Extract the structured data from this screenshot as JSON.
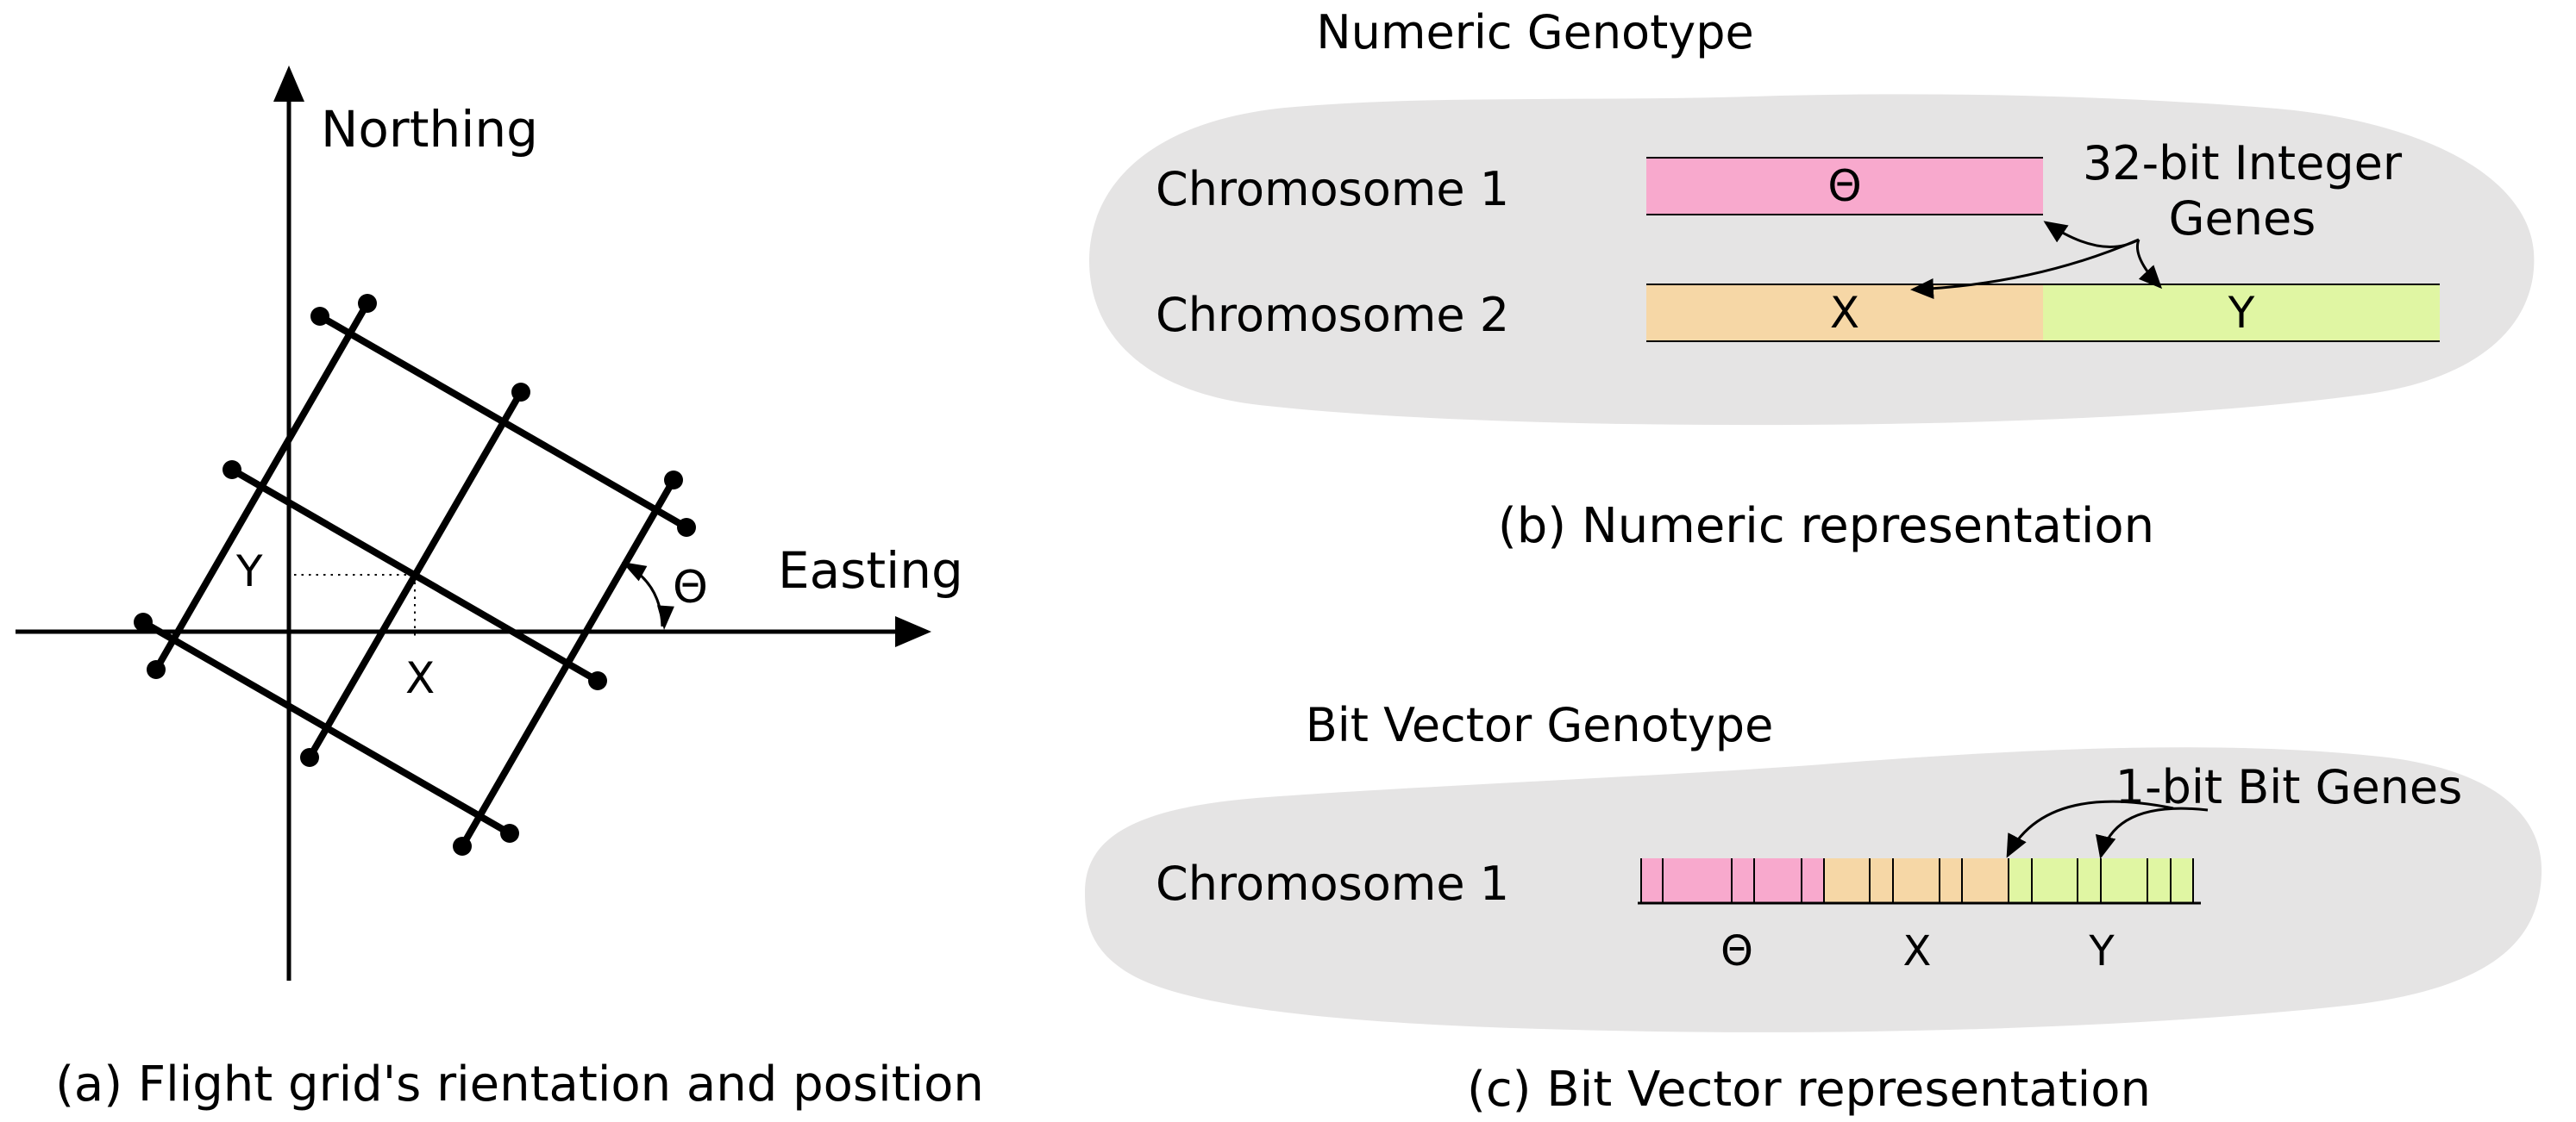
{
  "colors": {
    "background": "#ffffff",
    "blob_gray": "#e5e4e4",
    "line_black": "#000000",
    "gene_theta_pink": "#f8a9cd",
    "gene_x_orange": "#f6d7a6",
    "gene_y_green": "#e0f6a3"
  },
  "panel_a": {
    "northing_label": "Northing",
    "easting_label": "Easting",
    "theta_label": "Θ",
    "x_label": "X",
    "y_label": "Y",
    "caption": "(a) Flight grid's rientation and position"
  },
  "panel_b": {
    "title": "Numeric Genotype",
    "row1_label": "Chromosome 1",
    "row2_label": "Chromosome 2",
    "gene_theta": "Θ",
    "gene_x": "X",
    "gene_y": "Y",
    "annotation_line1": "32-bit Integer",
    "annotation_line2": "Genes",
    "caption": "(b) Numeric representation"
  },
  "panel_c": {
    "title": "Bit Vector Genotype",
    "row_label": "Chromosome 1",
    "annotation": "1-bit Bit Genes",
    "caption": "(c) Bit Vector representation",
    "sections": [
      {
        "label": "Θ",
        "color": "#f8a9cd",
        "cells": [
          27,
          80,
          26,
          55,
          26
        ]
      },
      {
        "label": "X",
        "color": "#f6d7a6",
        "cells": [
          53,
          27,
          54,
          26,
          54
        ]
      },
      {
        "label": "Y",
        "color": "#e0f6a3",
        "cells": [
          27,
          53,
          27,
          54,
          27,
          26
        ]
      }
    ]
  }
}
